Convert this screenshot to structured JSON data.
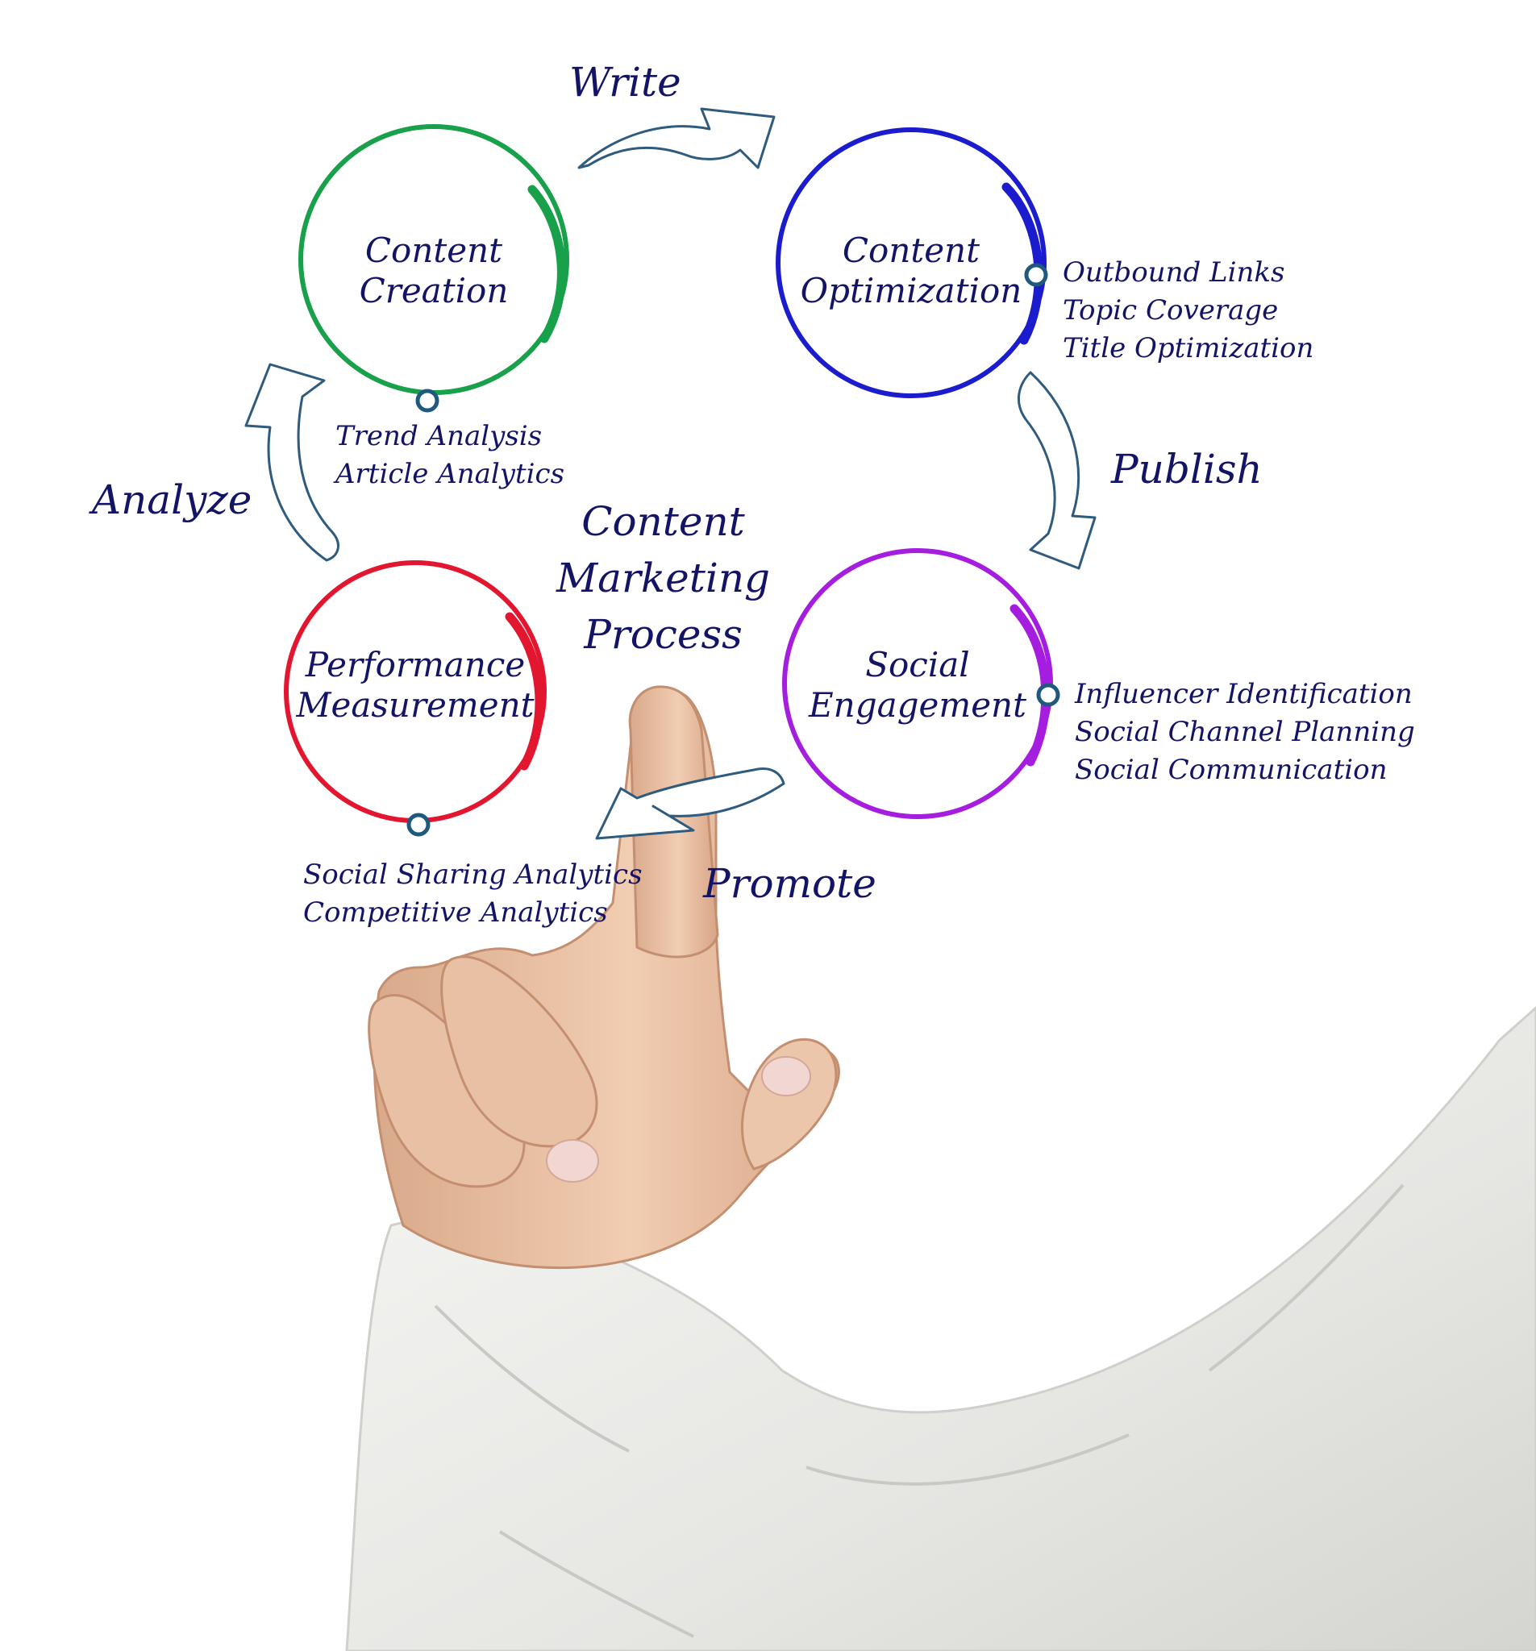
{
  "diagram": {
    "title_lines": [
      "Content",
      "Marketing",
      "Process"
    ],
    "nodes": [
      {
        "id": "creation",
        "label_lines": [
          "Content",
          "Creation"
        ],
        "color": "#19a04a",
        "details": [
          "Trend Analysis",
          "Article Analytics"
        ]
      },
      {
        "id": "optimization",
        "label_lines": [
          "Content",
          "Optimization"
        ],
        "color": "#1c1ccf",
        "details": [
          "Outbound Links",
          "Topic Coverage",
          "Title Optimization"
        ]
      },
      {
        "id": "engagement",
        "label_lines": [
          "Social",
          "Engagement"
        ],
        "color": "#a51ee0",
        "details": [
          "Influencer Identification",
          "Social Channel Planning",
          "Social Communication"
        ]
      },
      {
        "id": "measurement",
        "label_lines": [
          "Performance",
          "Measurement"
        ],
        "color": "#e3162f",
        "details": [
          "Social Sharing Analytics",
          "Competitive Analytics"
        ]
      }
    ],
    "transitions": [
      {
        "label": "Write",
        "from": "creation",
        "to": "optimization"
      },
      {
        "label": "Publish",
        "from": "optimization",
        "to": "engagement"
      },
      {
        "label": "Promote",
        "from": "engagement",
        "to": "measurement"
      },
      {
        "label": "Analyze",
        "from": "measurement",
        "to": "creation"
      }
    ],
    "colors": {
      "text": "#141466",
      "arrow_stroke": "#2e5b7e",
      "connector_dot": "#1f5a7e",
      "skin": "#e6bea0",
      "sleeve": "#ececea"
    }
  }
}
